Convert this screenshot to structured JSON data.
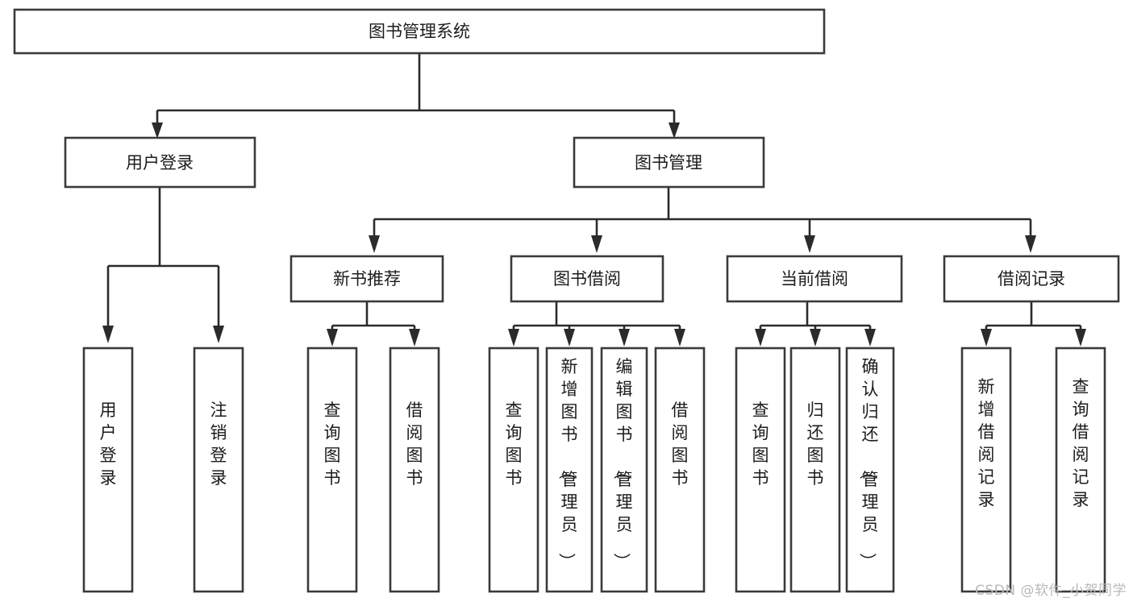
{
  "diagram": {
    "title": "图书管理系统",
    "watermark": "CSDN @软件_小贺同学",
    "root": {
      "id": "root",
      "label": "图书管理系统"
    },
    "level2": [
      {
        "id": "user-login",
        "label": "用户登录"
      },
      {
        "id": "book-management",
        "label": "图书管理"
      }
    ],
    "level3": [
      {
        "id": "new-book-recommend",
        "label": "新书推荐",
        "parent": "book-management"
      },
      {
        "id": "book-borrow",
        "label": "图书借阅",
        "parent": "book-management"
      },
      {
        "id": "current-borrow",
        "label": "当前借阅",
        "parent": "book-management"
      },
      {
        "id": "borrow-record",
        "label": "借阅记录",
        "parent": "book-management"
      }
    ],
    "leaves": [
      {
        "id": "leaf-user-login",
        "label": "用户登录",
        "parent": "user-login"
      },
      {
        "id": "leaf-user-logout",
        "label": "注销登录",
        "parent": "user-login"
      },
      {
        "id": "leaf-query-book-1",
        "label": "查询图书",
        "parent": "new-book-recommend"
      },
      {
        "id": "leaf-borrow-book-1",
        "label": "借阅图书",
        "parent": "new-book-recommend"
      },
      {
        "id": "leaf-query-book-2",
        "label": "查询图书",
        "parent": "book-borrow"
      },
      {
        "id": "leaf-add-book",
        "label": "新增图书（管理员）",
        "parent": "book-borrow"
      },
      {
        "id": "leaf-edit-book",
        "label": "编辑图书（管理员）",
        "parent": "book-borrow"
      },
      {
        "id": "leaf-borrow-book-2",
        "label": "借阅图书",
        "parent": "book-borrow"
      },
      {
        "id": "leaf-query-book-3",
        "label": "查询图书",
        "parent": "current-borrow"
      },
      {
        "id": "leaf-return-book",
        "label": "归还图书",
        "parent": "current-borrow"
      },
      {
        "id": "leaf-confirm-return",
        "label": "确认归还（管理员）",
        "parent": "current-borrow"
      },
      {
        "id": "leaf-add-record",
        "label": "新增借阅记录",
        "parent": "borrow-record"
      },
      {
        "id": "leaf-query-record",
        "label": "查询借阅记录",
        "parent": "borrow-record"
      }
    ],
    "colors": {
      "box_stroke": "#3a3a3a",
      "box_fill": "#ffffff",
      "connector": "#2b2b2b",
      "text": "#1c1c1c",
      "watermark": "#b9b9b9",
      "background": "#ffffff"
    }
  },
  "chart_data": {
    "type": "diagram",
    "title": "图书管理系统",
    "structure": "tree",
    "nodes": [
      {
        "label": "图书管理系统",
        "level": 0,
        "children": [
          "用户登录",
          "图书管理"
        ]
      },
      {
        "label": "用户登录",
        "level": 1,
        "children": [
          "用户登录",
          "注销登录"
        ]
      },
      {
        "label": "图书管理",
        "level": 1,
        "children": [
          "新书推荐",
          "图书借阅",
          "当前借阅",
          "借阅记录"
        ]
      },
      {
        "label": "新书推荐",
        "level": 2,
        "children": [
          "查询图书",
          "借阅图书"
        ]
      },
      {
        "label": "图书借阅",
        "level": 2,
        "children": [
          "查询图书",
          "新增图书（管理员）",
          "编辑图书（管理员）",
          "借阅图书"
        ]
      },
      {
        "label": "当前借阅",
        "level": 2,
        "children": [
          "查询图书",
          "归还图书",
          "确认归还（管理员）"
        ]
      },
      {
        "label": "借阅记录",
        "level": 2,
        "children": [
          "新增借阅记录",
          "查询借阅记录"
        ]
      }
    ]
  }
}
